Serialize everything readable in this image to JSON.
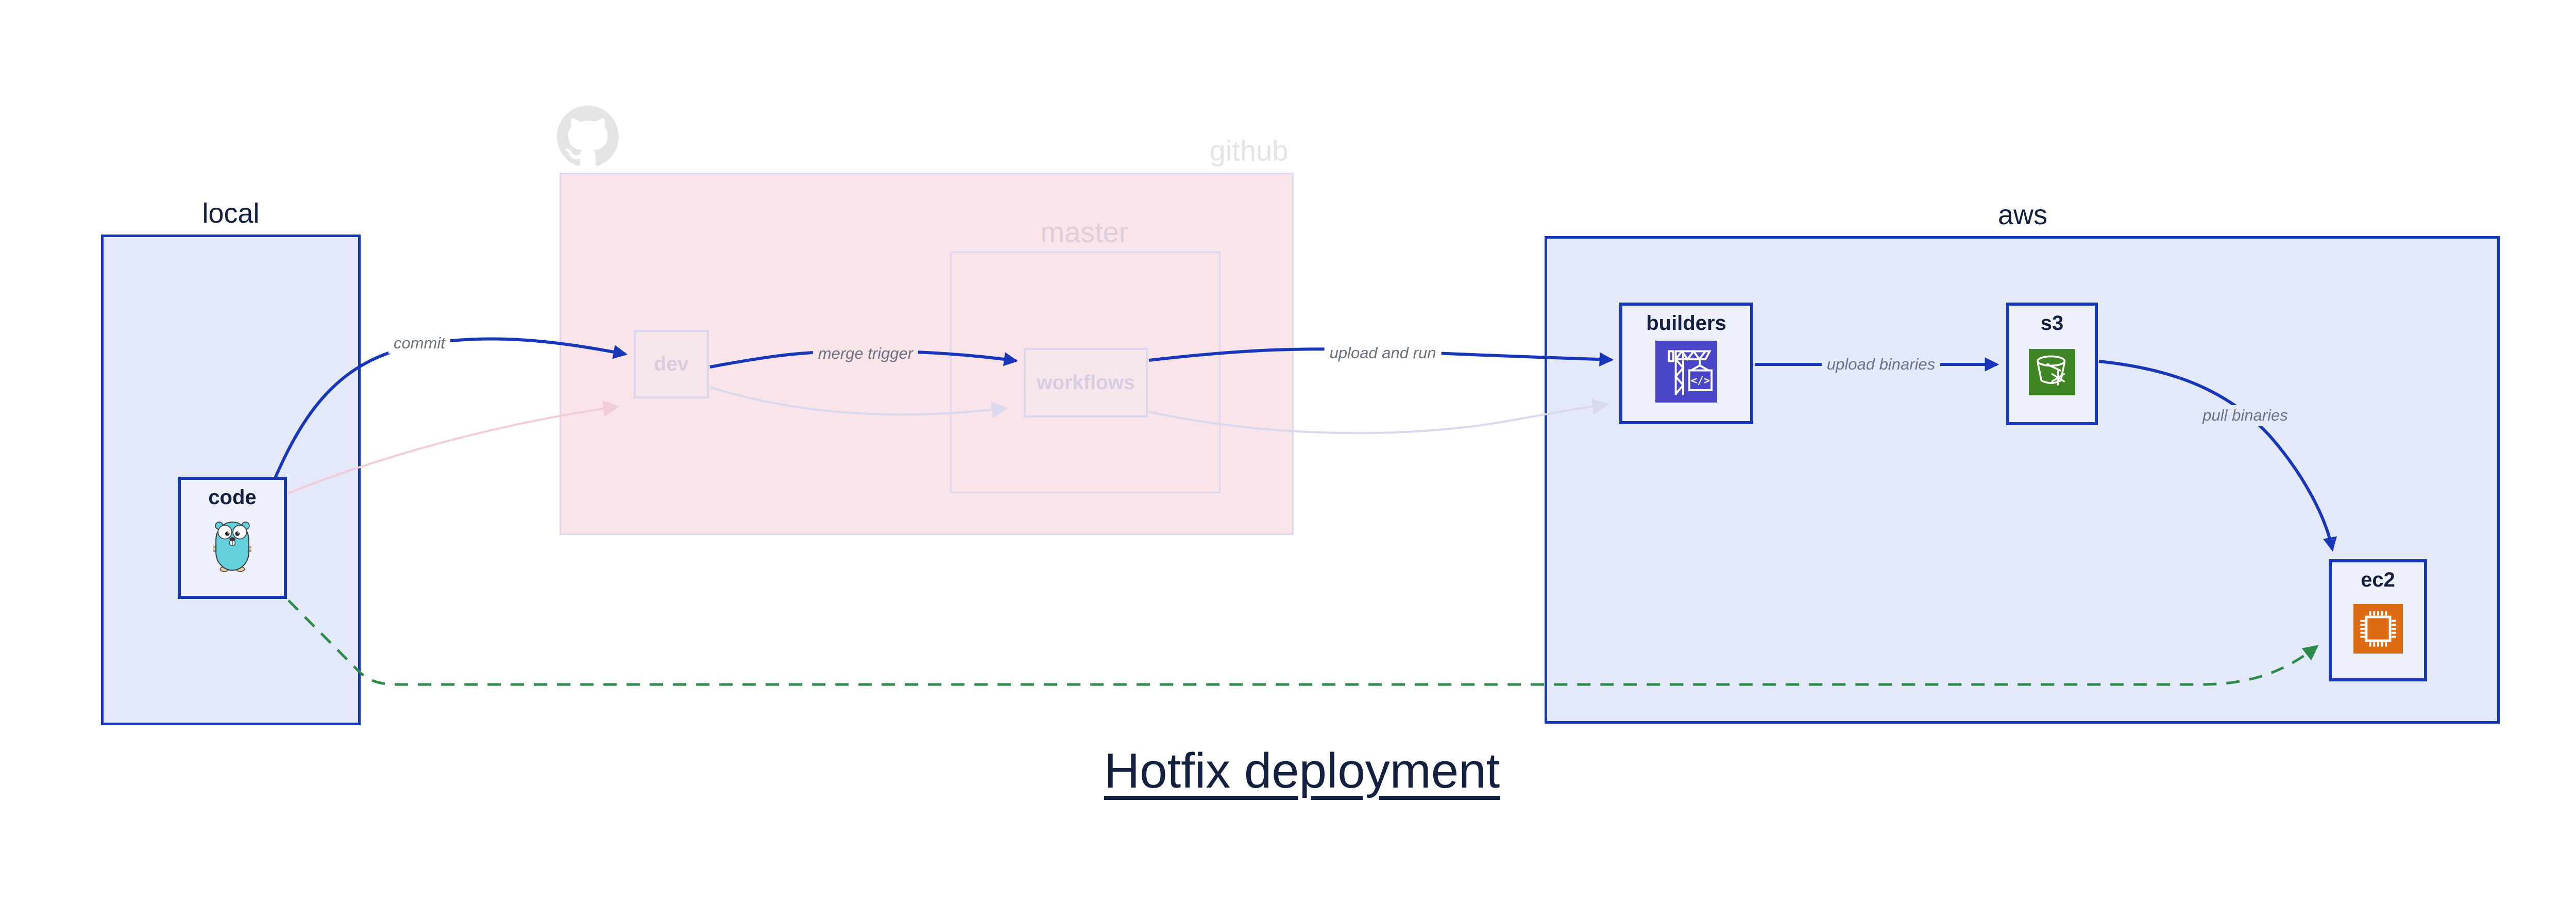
{
  "title": {
    "text": "Hotfix deployment"
  },
  "containers": {
    "local": {
      "label": "local"
    },
    "github": {
      "label": "github",
      "master": {
        "label": "master"
      }
    },
    "aws": {
      "label": "aws"
    }
  },
  "nodes": {
    "code": {
      "label": "code",
      "icon": "go-gopher-icon"
    },
    "dev": {
      "label": "dev",
      "state": "faded"
    },
    "workflows": {
      "label": "workflows",
      "state": "faded"
    },
    "builders": {
      "label": "builders",
      "icon": "codebuild-crane-icon",
      "icon_code_glyph": "</>"
    },
    "s3": {
      "label": "s3",
      "icon": "s3-glacier-bucket-icon"
    },
    "ec2": {
      "label": "ec2",
      "icon": "ec2-chip-icon"
    }
  },
  "edges": {
    "commit": {
      "label": "commit",
      "from": "code",
      "to": "dev"
    },
    "merge_trigger": {
      "label": "merge trigger",
      "from": "dev",
      "to": "workflows"
    },
    "upload_and_run": {
      "label": "upload and run",
      "from": "workflows",
      "to": "builders"
    },
    "upload_binaries": {
      "label": "upload binaries",
      "from": "builders",
      "to": "s3"
    },
    "pull_binaries": {
      "label": "pull binaries",
      "from": "s3",
      "to": "ec2"
    },
    "hotfix_path": {
      "label": "",
      "from": "code",
      "to": "ec2",
      "style": "green-dashed"
    }
  },
  "colors": {
    "accent_blue": "#1737b8",
    "panel_fill": "#e3e9f9",
    "node_fill": "#eef1fb",
    "navy_text": "#13203f",
    "pink_fill": "#f9e4e9",
    "faded_border": "#dcd7ee",
    "gray_edge_label": "#6b7280",
    "hotfix_green": "#2c8a4a",
    "codebuild_indigo": "#4946ca",
    "s3_green": "#3e8624",
    "ec2_orange": "#dc6b14",
    "github_gray": "#e4e4e4"
  }
}
